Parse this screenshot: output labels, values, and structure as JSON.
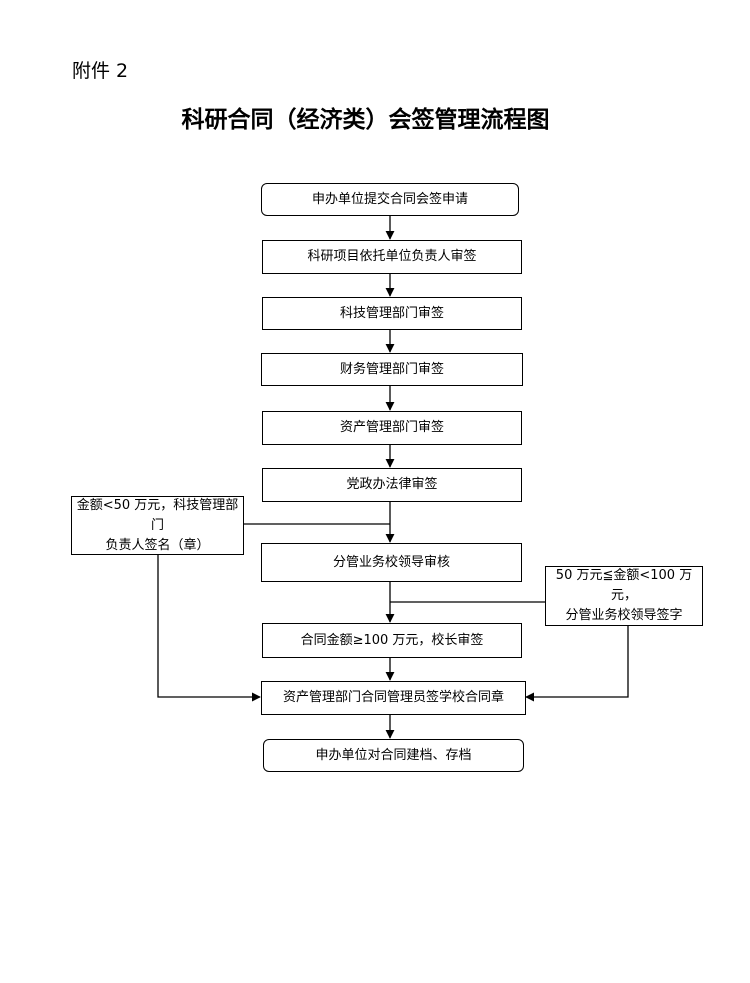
{
  "attachment_label": "附件 2",
  "title": "科研合同（经济类）会签管理流程图",
  "steps": [
    "申办单位提交合同会签申请",
    "科研项目依托单位负责人审签",
    "科技管理部门审签",
    "财务管理部门审签",
    "资产管理部门审签",
    "党政办法律审签",
    "分管业务校领导审核",
    "合同金额≥100 万元，校长审签",
    "资产管理部门合同管理员签学校合同章",
    "申办单位对合同建档、存档"
  ],
  "left_note": [
    "金额<50 万元，科技管理部门",
    "负责人签名（章）"
  ],
  "right_note": [
    "50 万元≦金额<100 万元，",
    "分管业务校领导签字"
  ]
}
